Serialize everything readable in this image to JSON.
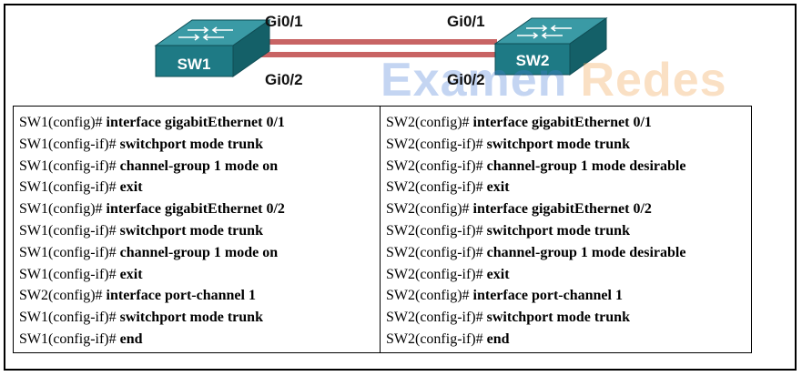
{
  "topology": {
    "sw1": {
      "name": "SW1",
      "ports": [
        "Gi0/1",
        "Gi0/2"
      ]
    },
    "sw2": {
      "name": "SW2",
      "ports": [
        "Gi0/1",
        "Gi0/2"
      ]
    },
    "colors": {
      "switch_top": "#3a9aa5",
      "switch_front": "#1e7a85",
      "switch_side": "#146068",
      "link": "#c86464"
    }
  },
  "watermark": {
    "part1": "Examen",
    "part2": "Redes"
  },
  "config": {
    "left": [
      {
        "prompt": "SW1(config)# ",
        "cmd": "interface gigabitEthernet 0/1"
      },
      {
        "prompt": "SW1(config-if)# ",
        "cmd": "switchport mode trunk"
      },
      {
        "prompt": "SW1(config-if)# ",
        "cmd": "channel-group 1 mode on"
      },
      {
        "prompt": "SW1(config-if)# ",
        "cmd": "exit"
      },
      {
        "prompt": "SW1(config)# ",
        "cmd": "interface gigabitEthernet 0/2"
      },
      {
        "prompt": "SW1(config-if)# ",
        "cmd": "switchport mode trunk"
      },
      {
        "prompt": "SW1(config-if)# ",
        "cmd": "channel-group 1 mode on"
      },
      {
        "prompt": "SW1(config-if)# ",
        "cmd": "exit"
      },
      {
        "prompt": "SW2(config)# ",
        "cmd": "interface port-channel 1"
      },
      {
        "prompt": "SW1(config-if)# ",
        "cmd": "switchport mode trunk"
      },
      {
        "prompt": "SW1(config-if)# ",
        "cmd": "end"
      }
    ],
    "right": [
      {
        "prompt": "SW2(config)# ",
        "cmd": "interface gigabitEthernet 0/1"
      },
      {
        "prompt": "SW2(config-if)# ",
        "cmd": "switchport mode trunk"
      },
      {
        "prompt": "SW2(config-if)# ",
        "cmd": "channel-group 1 mode desirable"
      },
      {
        "prompt": "SW2(config-if)# ",
        "cmd": "exit"
      },
      {
        "prompt": "SW2(config)# ",
        "cmd": "interface gigabitEthernet 0/2"
      },
      {
        "prompt": "SW2(config-if)# ",
        "cmd": "switchport mode trunk"
      },
      {
        "prompt": "SW2(config-if)# ",
        "cmd": "channel-group 1 mode desirable"
      },
      {
        "prompt": "SW2(config-if)# ",
        "cmd": "exit"
      },
      {
        "prompt": "SW2(config)# ",
        "cmd": "interface port-channel 1"
      },
      {
        "prompt": "SW2(config-if)# ",
        "cmd": "switchport mode trunk"
      },
      {
        "prompt": "SW2(config-if)# ",
        "cmd": "end"
      }
    ]
  }
}
